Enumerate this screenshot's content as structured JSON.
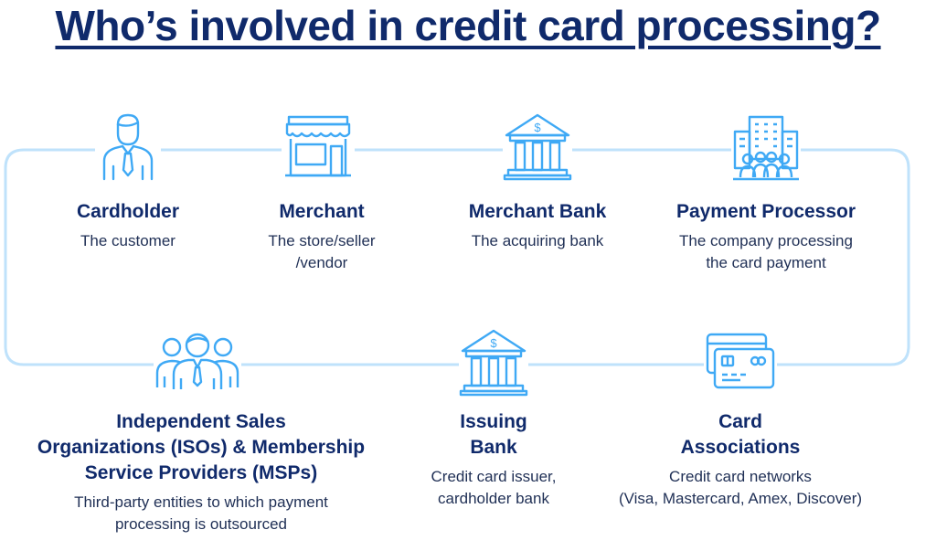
{
  "title": "Who’s involved in credit card processing?",
  "colors": {
    "title": "#102a6b",
    "icon": "#3fa9f5",
    "line": "#bfe2fb",
    "text": "#1f2f55"
  },
  "nodes": [
    {
      "id": "cardholder",
      "icon": "person-tie-icon",
      "label": "Cardholder",
      "desc": "The customer"
    },
    {
      "id": "merchant",
      "icon": "storefront-icon",
      "label": "Merchant",
      "desc": "The store/seller\n/vendor"
    },
    {
      "id": "merchant-bank",
      "icon": "bank-icon",
      "label": "Merchant Bank",
      "desc": "The acquiring bank"
    },
    {
      "id": "payment-processor",
      "icon": "office-building-icon",
      "label": "Payment Processor",
      "desc": "The company processing\nthe card payment"
    },
    {
      "id": "card-associations",
      "icon": "credit-cards-icon",
      "label": "Card\nAssociations",
      "desc": "Credit card networks\n(Visa, Mastercard, Amex, Discover)"
    },
    {
      "id": "issuing-bank",
      "icon": "bank-icon",
      "label": "Issuing\nBank",
      "desc": "Credit card issuer,\ncardholder bank"
    },
    {
      "id": "isos-msps",
      "icon": "team-group-icon",
      "label": "Independent Sales\nOrganizations (ISOs) & Membership\nService Providers (MSPs)",
      "desc": "Third-party entities to which payment\nprocessing is outsourced"
    }
  ]
}
